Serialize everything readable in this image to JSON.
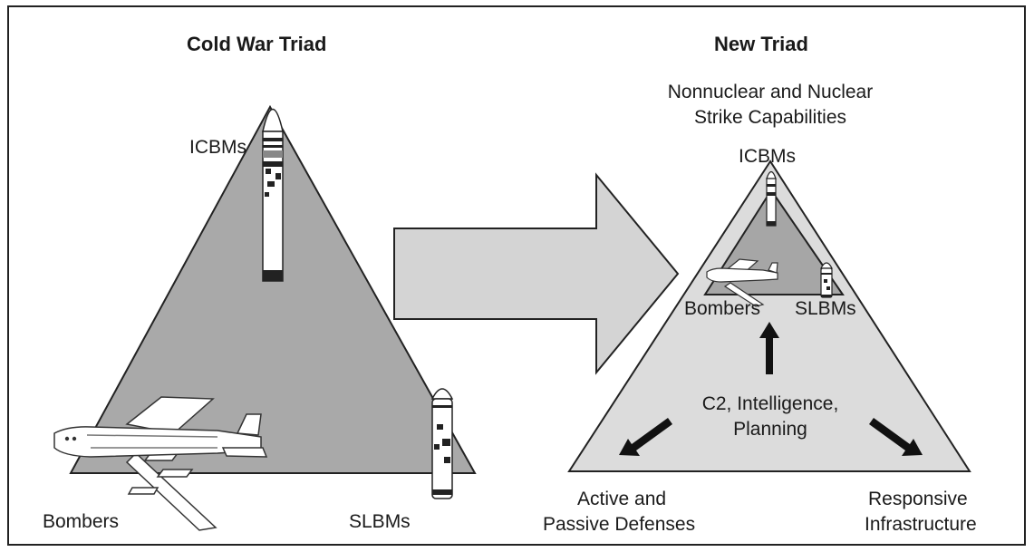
{
  "left_panel": {
    "title": "Cold War Triad",
    "labels": {
      "top": "ICBMs",
      "bottom_left": "Bombers",
      "bottom_right": "SLBMs"
    }
  },
  "right_panel": {
    "title": "New Triad",
    "subtitle_line1": "Nonnuclear and Nuclear",
    "subtitle_line2": "Strike Capabilities",
    "inner_labels": {
      "top": "ICBMs",
      "bottom_left": "Bombers",
      "bottom_right": "SLBMs"
    },
    "center_line1": "C2, Intelligence,",
    "center_line2": "Planning",
    "bottom_left_line1": "Active and",
    "bottom_left_line2": "Passive Defenses",
    "bottom_right_line1": "Responsive",
    "bottom_right_line2": "Infrastructure"
  },
  "colors": {
    "left_triangle": "#a9a9a9",
    "outer_triangle": "#dcdcdc",
    "inner_triangle": "#a6a6a6",
    "transition_arrow": "#d4d4d4",
    "outline": "#222222"
  },
  "icons": {
    "missile": "icbm-missile-icon",
    "bomber": "bomber-aircraft-icon",
    "slbm": "slbm-missile-icon",
    "arrow": "transition-arrow-icon"
  }
}
